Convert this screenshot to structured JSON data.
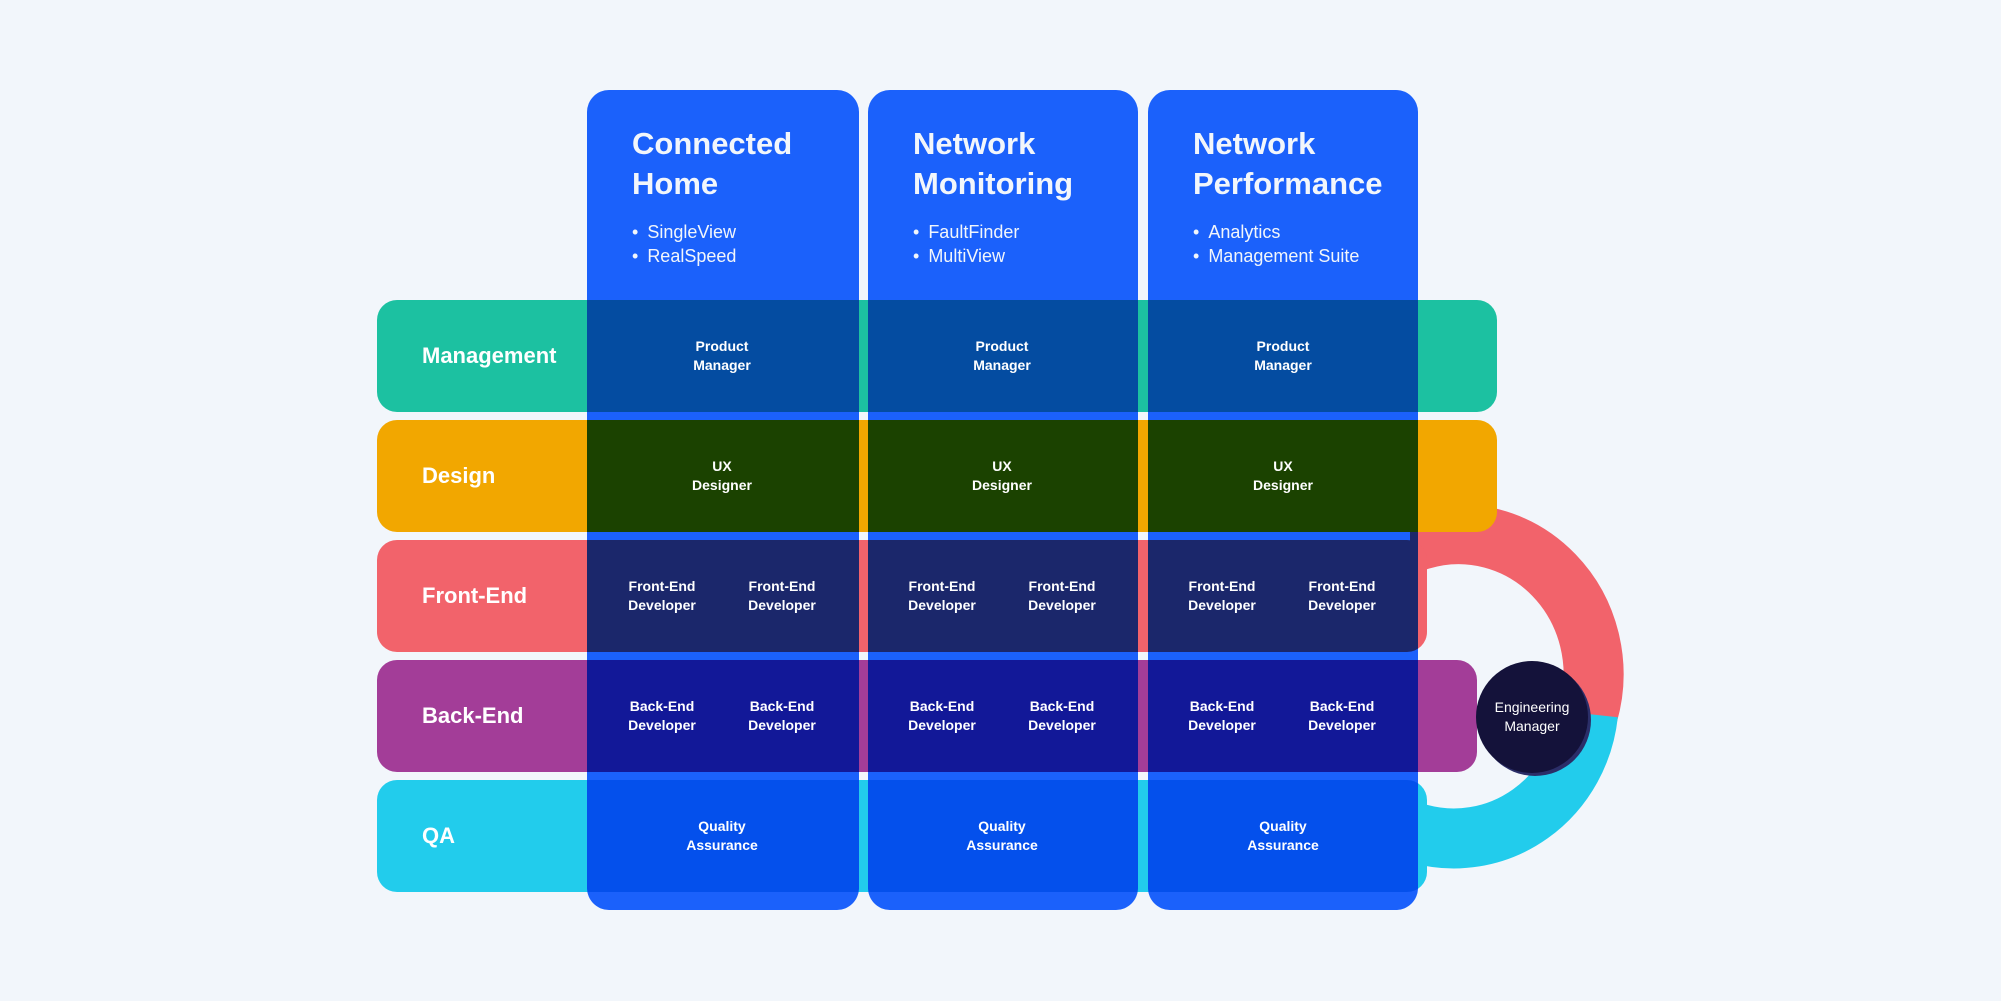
{
  "colors": {
    "background": "#f2f6fb",
    "management": "#1cc1a1",
    "design": "#f2a700",
    "front_end": "#f2636b",
    "back_end": "#a33d98",
    "qa": "#22ccec",
    "squad_blue": "#1c64ff",
    "engineering_manager": "#14123a"
  },
  "squads": [
    {
      "title_line1": "Connected",
      "title_line2": "Home",
      "products": [
        "SingleView",
        "RealSpeed"
      ]
    },
    {
      "title_line1": "Network",
      "title_line2": "Monitoring",
      "products": [
        "FaultFinder",
        "MultiView"
      ]
    },
    {
      "title_line1": "Network",
      "title_line2": "Performance",
      "products": [
        "Analytics",
        "Management Suite"
      ]
    }
  ],
  "disciplines": [
    {
      "label": "Management"
    },
    {
      "label": "Design"
    },
    {
      "label": "Front-End"
    },
    {
      "label": "Back-End"
    },
    {
      "label": "QA"
    }
  ],
  "roles": {
    "product_manager": {
      "line1": "Product",
      "line2": "Manager"
    },
    "ux_designer": {
      "line1": "UX",
      "line2": "Designer"
    },
    "front_end_developer": {
      "line1": "Front-End",
      "line2": "Developer"
    },
    "back_end_developer": {
      "line1": "Back-End",
      "line2": "Developer"
    },
    "quality_assurance": {
      "line1": "Quality",
      "line2": "Assurance"
    }
  },
  "engineering_manager": {
    "line1": "Engineering",
    "line2": "Manager"
  }
}
